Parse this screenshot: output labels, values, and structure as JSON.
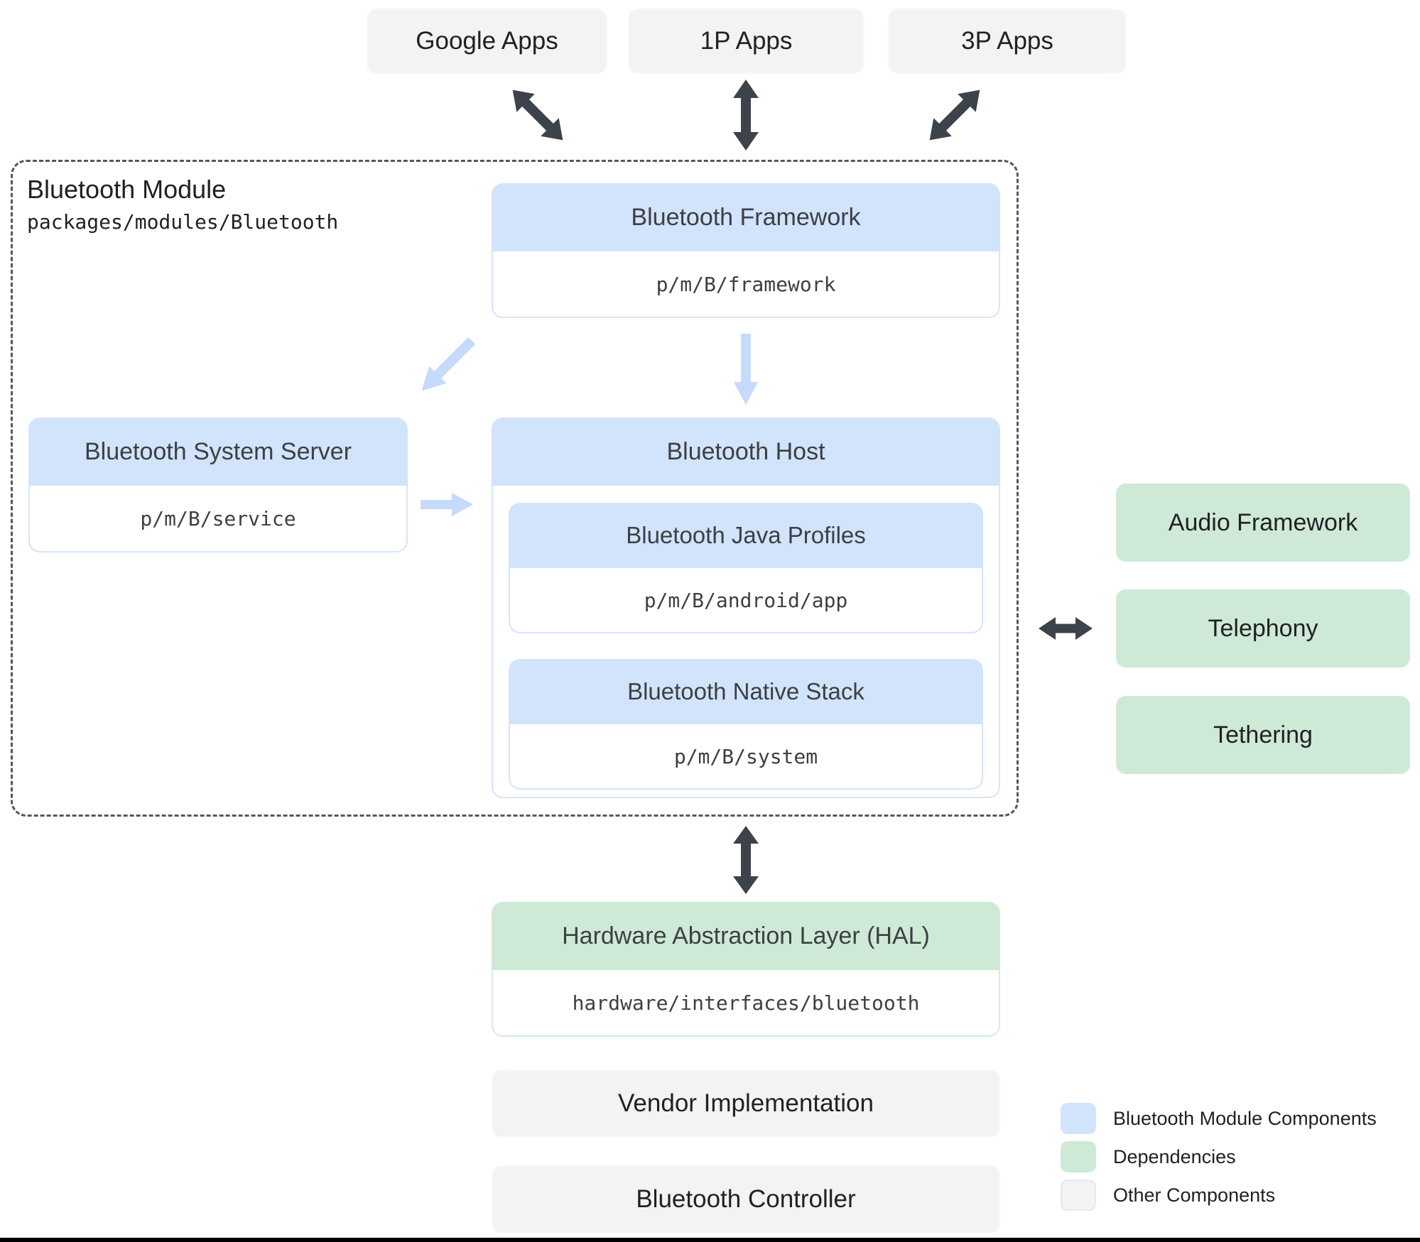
{
  "diagram_title": "Bluetooth Module architecture diagram",
  "colors": {
    "module_component_fill": "#d2e3fc",
    "dependency_fill": "#ceead6",
    "other_component_fill": "#f1f3f4",
    "dark_arrow": "#3c434a",
    "light_arrow": "#c6dafc",
    "dashed_border": "#55585b",
    "header_text": "#3c4043",
    "label_text": "#202124"
  },
  "top_apps": [
    {
      "label": "Google Apps"
    },
    {
      "label": "1P Apps"
    },
    {
      "label": "3P Apps"
    }
  ],
  "module": {
    "title": "Bluetooth Module",
    "path": "packages/modules/Bluetooth",
    "framework": {
      "title": "Bluetooth Framework",
      "path": "p/m/B/framework"
    },
    "system_server": {
      "title": "Bluetooth System Server",
      "path": "p/m/B/service"
    },
    "host": {
      "title": "Bluetooth Host",
      "children": [
        {
          "title": "Bluetooth Java Profiles",
          "path": "p/m/B/android/app"
        },
        {
          "title": "Bluetooth Native Stack",
          "path": "p/m/B/system"
        }
      ]
    }
  },
  "dependencies": [
    {
      "label": "Audio Framework"
    },
    {
      "label": "Telephony"
    },
    {
      "label": "Tethering"
    }
  ],
  "hal": {
    "title": "Hardware Abstraction Layer (HAL)",
    "path": "hardware/interfaces/bluetooth"
  },
  "other_components": [
    {
      "label": "Vendor Implementation"
    },
    {
      "label": "Bluetooth Controller"
    }
  ],
  "legend": [
    {
      "label": "Bluetooth Module Components",
      "swatch": "#d2e3fc"
    },
    {
      "label": "Dependencies",
      "swatch": "#ceead6"
    },
    {
      "label": "Other Components",
      "swatch": "#f1f3f4"
    }
  ]
}
